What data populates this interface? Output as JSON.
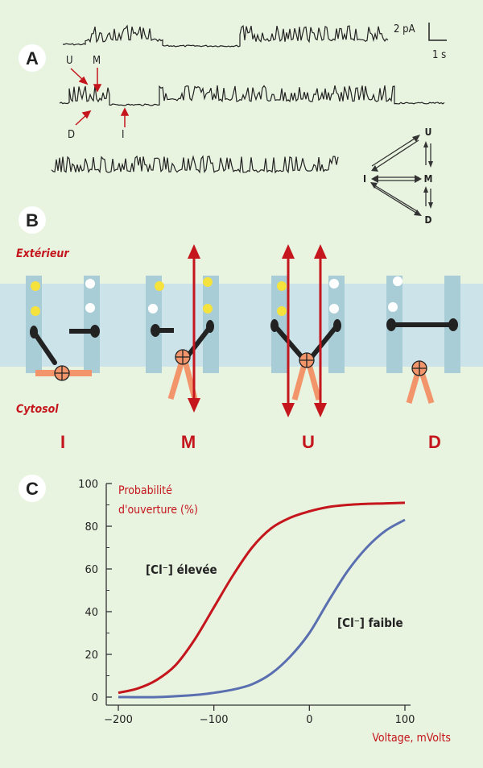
{
  "panels": {
    "a": {
      "badge": "A",
      "scale_current": "2 pA",
      "scale_time": "1 s",
      "arrow_labels": {
        "u": "U",
        "m": "M",
        "d": "D",
        "i": "I"
      },
      "scheme": {
        "u": "U",
        "m": "M",
        "d": "D",
        "i": "I"
      }
    },
    "b": {
      "badge": "B",
      "exterior": "Extérieur",
      "cytosol": "Cytosol",
      "states": [
        "I",
        "M",
        "U",
        "D"
      ]
    },
    "c": {
      "badge": "C",
      "legend_high": "[Cl⁻] élevée",
      "legend_low": "[Cl⁻] faible"
    }
  },
  "chart_data": {
    "type": "line",
    "ylabel_line1": "Probabilité",
    "ylabel_line2": "d'ouverture (%)",
    "xlabel": "Voltage, mVolts",
    "xlim": [
      -200,
      100
    ],
    "ylim": [
      0,
      100
    ],
    "xticks": [
      -200,
      -100,
      0,
      100
    ],
    "yticks": [
      0,
      20,
      40,
      60,
      80,
      100
    ],
    "series": [
      {
        "name": "[Cl⁻] élevée",
        "color": "#c4161c",
        "x": [
          -200,
          -180,
          -160,
          -140,
          -120,
          -100,
          -80,
          -60,
          -40,
          -20,
          0,
          20,
          40,
          60,
          80,
          100
        ],
        "y": [
          2,
          4,
          8,
          15,
          27,
          42,
          57,
          70,
          79,
          84,
          87,
          89,
          90,
          90.5,
          90.7,
          91
        ]
      },
      {
        "name": "[Cl⁻] faible",
        "color": "#5a6fb0",
        "x": [
          -200,
          -160,
          -120,
          -100,
          -80,
          -60,
          -40,
          -20,
          0,
          20,
          40,
          60,
          80,
          100
        ],
        "y": [
          0,
          0,
          1,
          2,
          3.5,
          6,
          11,
          19,
          30,
          45,
          59,
          70,
          78,
          83
        ]
      }
    ],
    "colors": {
      "red": "#c4161c",
      "blue": "#5a6fb0",
      "membrane": "#cde3ea",
      "pillar": "#a9cdd6",
      "orange": "#f2956b",
      "yellow": "#f5e23c"
    }
  }
}
